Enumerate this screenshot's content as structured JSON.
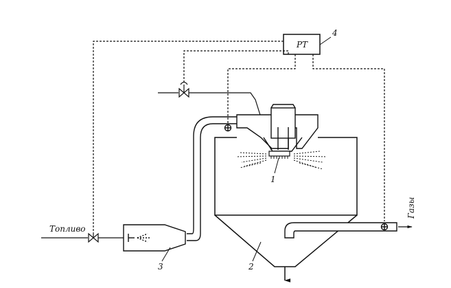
{
  "diagram": {
    "labels": {
      "controller": "PT",
      "fuel": "Топливо",
      "gases": "Газы",
      "n1": "1",
      "n2": "2",
      "n3": "3",
      "n4": "4"
    },
    "components": {
      "atomizer": "1",
      "chamber": "2",
      "furnace": "3",
      "controller": "4"
    }
  }
}
